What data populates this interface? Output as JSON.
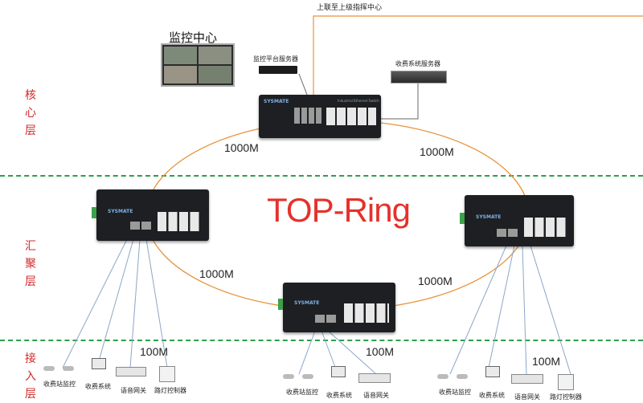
{
  "layers": {
    "core": "核心层",
    "aggregation": "汇聚层",
    "access": "接入层"
  },
  "top": {
    "uplink": "上联至上级指挥中心",
    "monitor_center": "监控中心",
    "monitor_server": "监控平台服务器",
    "toll_server": "收费系统服务器"
  },
  "ring": {
    "title": "TOP-Ring",
    "speed": "1000M"
  },
  "access": {
    "speed": "100M",
    "left": [
      "收费站监控",
      "收费系统",
      "语音网关",
      "路灯控制器"
    ],
    "mid": [
      "收费站监控",
      "收费系统",
      "语音网关"
    ],
    "right": [
      "收费站监控",
      "收费系统",
      "语音网关",
      "路灯控制器"
    ]
  },
  "brand": "SYSMATE",
  "switch_caption": "Industrial Ethernet Switch",
  "colors": {
    "layer_text": "#d2282a",
    "ring": "#e8923a",
    "dashed_divider": "#2aa04a",
    "ring_title": "#e4322b",
    "uplink_line": "#e8923a"
  }
}
